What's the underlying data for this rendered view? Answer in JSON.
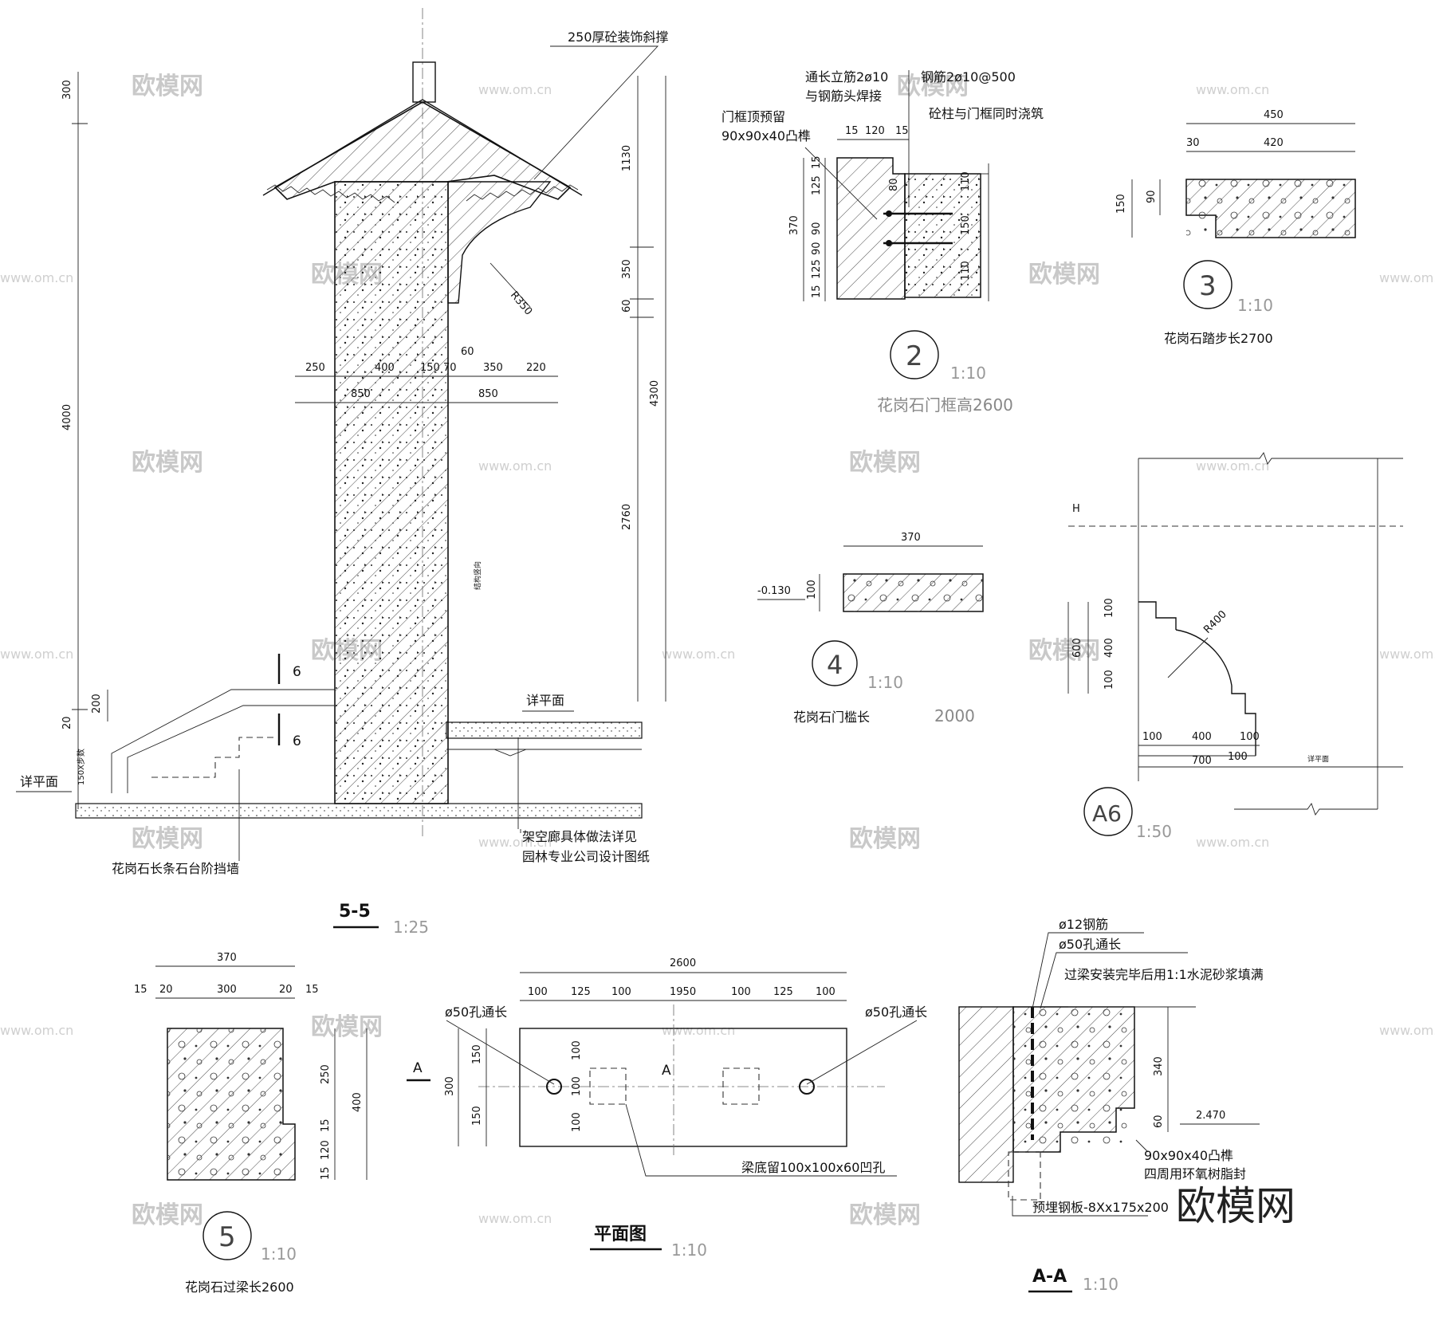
{
  "watermark": {
    "logo": "欧模网",
    "url": "www.om.cn"
  },
  "brand": "欧模网",
  "section55": {
    "title": "5-5",
    "scale": "1:25",
    "note_top": "250厚砼装饰斜撑",
    "radius": "R350",
    "note_stone_wall": "花岗石长条石台阶挡墙",
    "note_pavilion_1": "架空廊具体做法详见",
    "note_pavilion_2": "园林专业公司设计图纸",
    "plan_ref_left": "详平面",
    "plan_ref_right": "详平面",
    "sec_mark": "6",
    "step_note": "150X步数",
    "dims_left": [
      "300",
      "4000",
      "200",
      "20"
    ],
    "dims_right": [
      "1130",
      "350",
      "60",
      "4300",
      "2760"
    ],
    "dims_row1": [
      "250",
      "400",
      "150",
      "70",
      "60",
      "350",
      "220"
    ],
    "dims_row2": [
      "850",
      "850"
    ]
  },
  "detail2": {
    "num": "2",
    "scale": "1:10",
    "caption": "花岗石门框高2600",
    "note1a": "通长立筋2ø10",
    "note1b": "与钢筋头焊接",
    "note2": "钢筋2ø10@500",
    "note3": "砼柱与门框同时浇筑",
    "note4a": "门框顶预留",
    "note4b": "90x90x40凸榫",
    "dims_top": [
      "15",
      "120",
      "15"
    ],
    "dims_left": [
      "15",
      "125",
      "90",
      "125",
      "15",
      "370",
      "90"
    ],
    "dims_right": [
      "110",
      "150",
      "110"
    ],
    "dim_mid": "80"
  },
  "detail3": {
    "num": "3",
    "scale": "1:10",
    "caption": "花岗石踏步长2700",
    "dims": [
      "450",
      "30",
      "420",
      "150",
      "90"
    ]
  },
  "detail4": {
    "num": "4",
    "scale": "1:10",
    "caption": "花岗石门槛长",
    "caption_len": "2000",
    "dims": [
      "370",
      "100"
    ],
    "level": "-0.130"
  },
  "detailA6": {
    "num": "A6",
    "scale": "1:50",
    "radius": "R400",
    "level": "H",
    "note_left": "结构竖向",
    "note_bottom": "详平面",
    "dims_v": [
      "100",
      "400",
      "100",
      "600"
    ],
    "dims_h": [
      "100",
      "400",
      "100",
      "700",
      "100"
    ]
  },
  "detail5": {
    "num": "5",
    "scale": "1:10",
    "caption": "花岗石过梁长2600",
    "dims_top": [
      "370",
      "15",
      "20",
      "300",
      "20",
      "15"
    ],
    "dims_right": [
      "250",
      "15",
      "120",
      "15",
      "400"
    ]
  },
  "plan": {
    "title": "平面图",
    "scale": "1:10",
    "hole_left": "ø50孔通长",
    "hole_right": "ø50孔通长",
    "note_bottom": "梁底留100x100x60凹孔",
    "cut": "A",
    "dims_top": [
      "2600",
      "100",
      "125",
      "100",
      "1950",
      "100",
      "125",
      "100"
    ],
    "dims_left": [
      "150",
      "300",
      "150"
    ],
    "dims_inner": [
      "100",
      "100",
      "100"
    ]
  },
  "sectionAA": {
    "title": "A-A",
    "scale": "1:10",
    "note1": "ø12钢筋",
    "note2": "ø50孔通长",
    "note3": "过梁安装完毕后用1:1水泥砂浆填满",
    "note4": "90x90x40凸榫",
    "note5": "四周用环氧树脂封",
    "note6": "预埋钢板-8Xx175x200",
    "level": "2.470",
    "dims": [
      "340",
      "60"
    ]
  }
}
